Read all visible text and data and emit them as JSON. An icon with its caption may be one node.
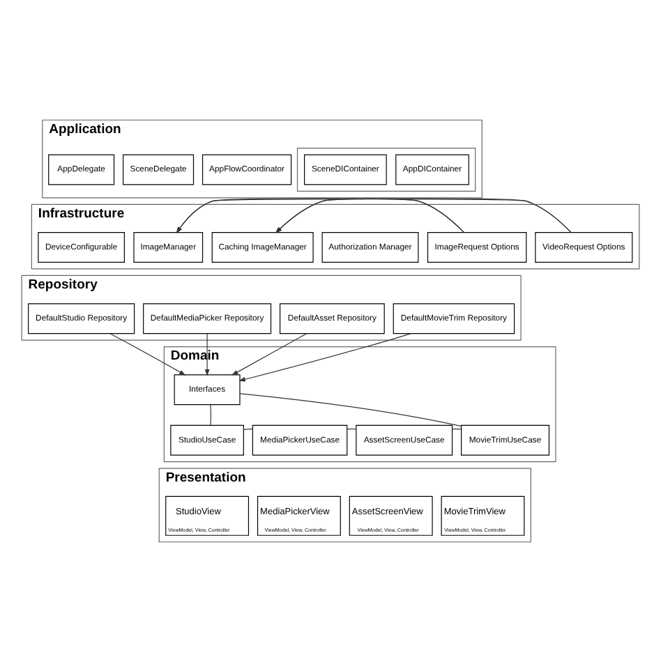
{
  "diagram": {
    "nodes": [
      {
        "text": [
          "Application"
        ]
      },
      {
        "text": [
          "AppDelegate"
        ],
        "in": 0
      },
      {
        "text": [
          "SceneDelegate"
        ],
        "in": 0
      },
      {
        "text": [
          "AppFlowCoordinator"
        ],
        "in": 0
      },
      {
        "text": [],
        "shape": "box",
        "in": 0
      },
      {
        "text": [
          "SceneDIContainer"
        ],
        "in": 4
      },
      {
        "text": [
          "AppDIContainer"
        ],
        "in": 4
      },
      {
        "text": [
          "Infrastructure"
        ]
      },
      {
        "text": [
          "DeviceConfigurable"
        ],
        "in": 7
      },
      {
        "text": [
          "ImageManager"
        ],
        "in": 7
      },
      {
        "text": [
          "Caching ImageManager"
        ],
        "in": 7
      },
      {
        "text": [
          "Authorization Manager"
        ],
        "in": 7
      },
      {
        "text": [
          "ImageRequest Options"
        ],
        "in": 7
      },
      {
        "text": [
          "VideoRequest Options"
        ],
        "in": 7
      },
      {
        "text": [
          "Repository"
        ]
      },
      {
        "text": [
          "DefaultStudio Repository"
        ],
        "in": 14
      },
      {
        "text": [
          "DefaultMediaPicker Repository"
        ],
        "in": 14
      },
      {
        "text": [
          "DefaultAsset Repository"
        ],
        "in": 14
      },
      {
        "text": [
          "DefaultMovieTrim Repository"
        ],
        "in": 14
      },
      {
        "text": [
          "Domain"
        ]
      },
      {
        "text": [
          "Interfaces"
        ],
        "in": 19
      },
      {
        "text": [
          "StudioUseCase"
        ],
        "in": 19
      },
      {
        "text": [
          "MediaPickerUseCase"
        ],
        "in": 19
      },
      {
        "text": [
          "AssetScreenUseCase"
        ],
        "in": 19
      },
      {
        "text": [
          "MovieTrimUseCase"
        ],
        "in": 19
      },
      {
        "text": [
          "Presentation"
        ]
      },
      {
        "text": [
          "StudioView",
          "ViewModel, View, Controller"
        ],
        "in": 25
      },
      {
        "text": [
          "MediaPickerView",
          "ViewModel, View, Controller"
        ],
        "in": 25
      },
      {
        "text": [
          "AssetScreenView",
          "ViewModel, View, Controller"
        ],
        "in": 25
      },
      {
        "text": [
          "MovieTrimView",
          "ViewModel, View, Controller"
        ],
        "in": 25
      }
    ],
    "edges": [
      {
        "from": 12,
        "to": 9,
        "arrow": "to"
      },
      {
        "from": 12,
        "to": 10,
        "arrow": "to"
      },
      {
        "from": 13,
        "to": 9,
        "arrow": "to"
      },
      {
        "from": 13,
        "to": 10,
        "arrow": "to"
      },
      {
        "from": 15,
        "to": 20,
        "arrow": "to"
      },
      {
        "from": 16,
        "to": 20,
        "arrow": "to"
      },
      {
        "from": 17,
        "to": 20,
        "arrow": "to"
      },
      {
        "from": 18,
        "to": 20,
        "arrow": "to"
      },
      {
        "from": 20,
        "to": 21,
        "arrow": "none"
      },
      {
        "from": 21,
        "to": 22,
        "arrow": "none"
      },
      {
        "from": 22,
        "to": 23,
        "arrow": "none"
      },
      {
        "from": 23,
        "to": 24,
        "arrow": "none"
      },
      {
        "from": 24,
        "to": 20,
        "arrow": "none"
      }
    ]
  }
}
